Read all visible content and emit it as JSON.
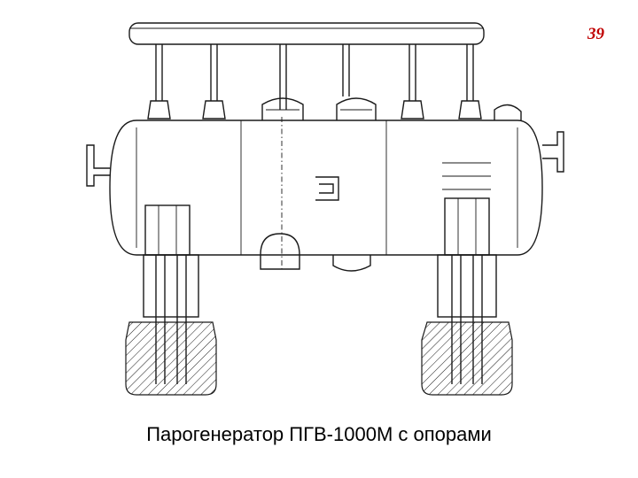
{
  "slide": {
    "page_number": "39",
    "caption": "Парогенератор ПГВ-1000М с опорами",
    "accent_color": "#c00000"
  },
  "drawing": {
    "components": [
      "collector-pipe",
      "shell",
      "nozzles",
      "manholes",
      "support-left",
      "support-right",
      "foundation-left",
      "foundation-right"
    ]
  }
}
